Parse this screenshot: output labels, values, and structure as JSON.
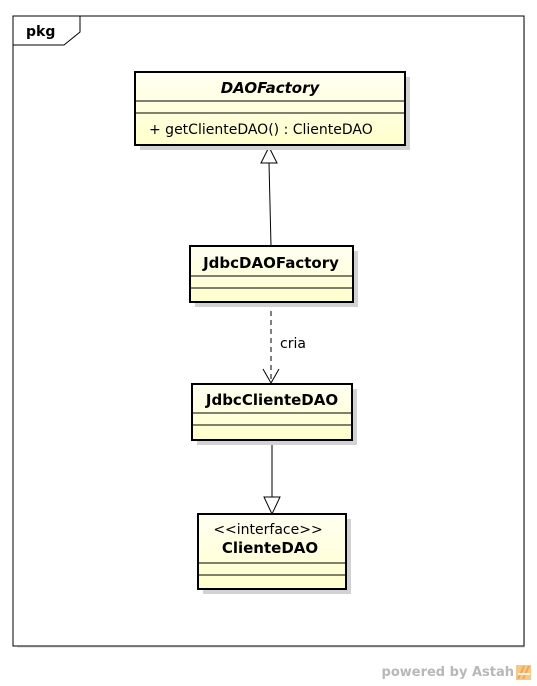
{
  "package": {
    "label": "pkg"
  },
  "classes": {
    "dao_factory": {
      "name": "DAOFactory",
      "operation": "+ getClienteDAO() : ClienteDAO"
    },
    "jdbc_dao_factory": {
      "name": "JdbcDAOFactory"
    },
    "jdbc_cliente_dao": {
      "name": "JdbcClienteDAO"
    },
    "cliente_dao": {
      "stereotype": "<<interface>>",
      "name": "ClienteDAO"
    }
  },
  "edges": {
    "dependency_label": "cria"
  },
  "watermark": {
    "text": "powered by Astah"
  },
  "colors": {
    "class_fill": "#ffffd9",
    "class_border": "#000000",
    "shadow": "#d0d0d0",
    "watermark_text": "#b8b8b8",
    "logo_orange": "#f2a64a"
  }
}
